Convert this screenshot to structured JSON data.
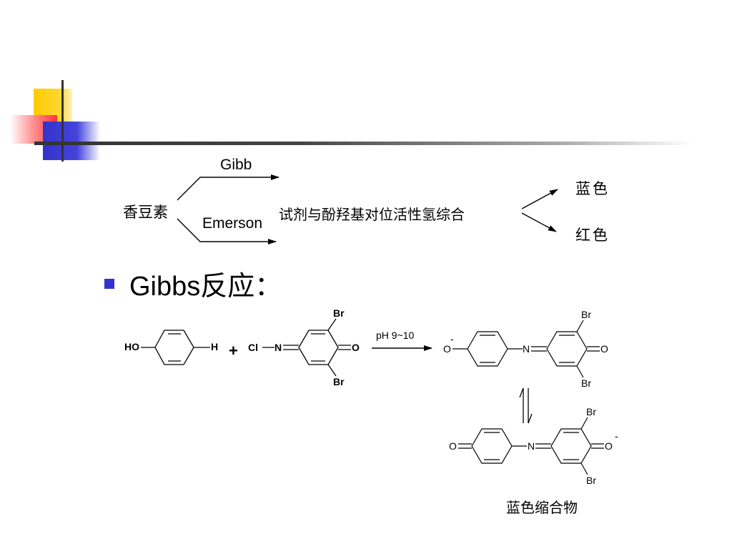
{
  "slide": {
    "decoration_colors": {
      "yellow": "#ffcc00",
      "red": "#ff3333",
      "blue": "#3333cc",
      "line": "#333333"
    }
  },
  "top_scheme": {
    "source": "香豆素",
    "upper_reagent": "Gibb",
    "lower_reagent": "Emerson",
    "reaction_text": "试剂与酚羟基对位活性氢综合",
    "result_blue": "蓝色",
    "result_red": "红色"
  },
  "bullet": {
    "title": "Gibbs反应："
  },
  "reaction": {
    "phenol": {
      "left_group": "HO",
      "right_atom": "H"
    },
    "plus": "+",
    "reagent": {
      "cl": "Cl",
      "n": "N",
      "o": "O",
      "br_top": "Br",
      "br_bottom": "Br"
    },
    "condition": "pH 9~10",
    "product1": {
      "o_left": "O",
      "charge": "-",
      "n": "N",
      "o_right": "O",
      "br_top": "Br",
      "br_bottom": "Br"
    },
    "product2": {
      "o_left": "O",
      "n": "N",
      "o_right": "O",
      "charge": "-",
      "br_top": "Br",
      "br_bottom": "Br"
    },
    "product_label": "蓝色缩合物"
  }
}
